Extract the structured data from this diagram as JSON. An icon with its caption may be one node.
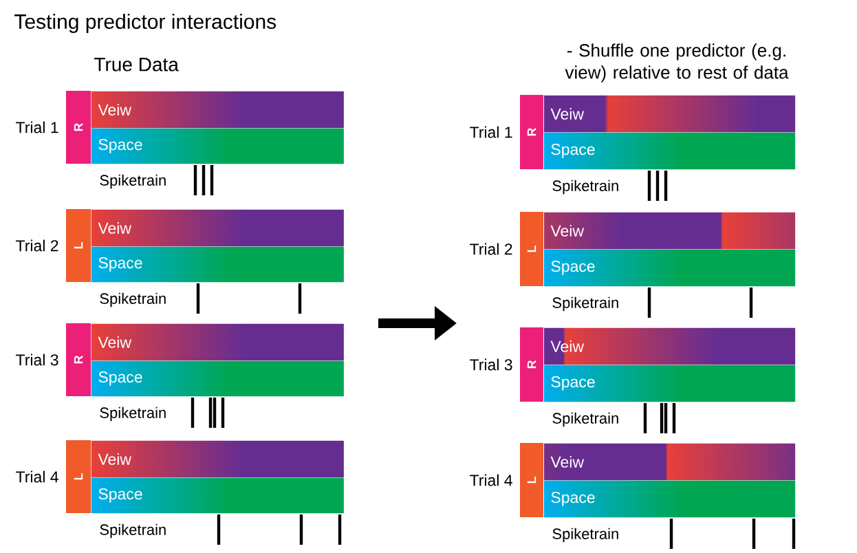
{
  "diagram": {
    "title": "Testing predictor interactions",
    "nodes": [
      {
        "text": [
          "R"
        ],
        "beside": [
          "Trial 1"
        ]
      },
      {
        "text": [
          "Veiw"
        ]
      },
      {
        "text": [
          "Space"
        ],
        "beside": [
          "Spiketrain"
        ]
      },
      {
        "text": [
          "L"
        ],
        "beside": [
          "Trial 2"
        ]
      },
      {
        "text": [
          "Veiw"
        ]
      },
      {
        "text": [
          "Space"
        ],
        "beside": [
          "Spiketrain"
        ]
      },
      {
        "text": [
          "R"
        ],
        "beside": [
          "Trial 3"
        ]
      },
      {
        "text": [
          "Veiw"
        ]
      },
      {
        "text": [
          "Space"
        ],
        "beside": [
          "Spiketrain"
        ]
      },
      {
        "text": [
          "L"
        ],
        "beside": [
          "Trial 4"
        ]
      },
      {
        "text": [
          "Veiw"
        ]
      },
      {
        "text": [
          "Space"
        ],
        "beside": [
          "Spiketrain"
        ]
      },
      {
        "text": [
          "R"
        ],
        "beside": [
          "Trial 1"
        ]
      },
      {
        "text": [
          "Veiw"
        ]
      },
      {
        "text": [
          "Space"
        ],
        "beside": [
          "Spiketrain"
        ]
      },
      {
        "text": [
          "L"
        ],
        "beside": [
          "Trial 2"
        ]
      },
      {
        "text": [
          "Veiw"
        ]
      },
      {
        "text": [
          "Space"
        ],
        "beside": [
          "Spiketrain"
        ]
      },
      {
        "text": [
          "R"
        ],
        "beside": [
          "Trial 3"
        ]
      },
      {
        "text": [
          "Veiw"
        ]
      },
      {
        "text": [
          "Space"
        ],
        "beside": [
          "Spiketrain"
        ]
      },
      {
        "text": [
          "L"
        ],
        "beside": [
          "Trial 4"
        ]
      },
      {
        "text": [
          "Veiw"
        ]
      },
      {
        "text": [
          "Space"
        ],
        "beside": [
          "Spiketrain"
        ]
      }
    ],
    "labels": [
      "True Data",
      "- Shuffle one predictor (e.g. view) relative to rest of data"
    ]
  }
}
